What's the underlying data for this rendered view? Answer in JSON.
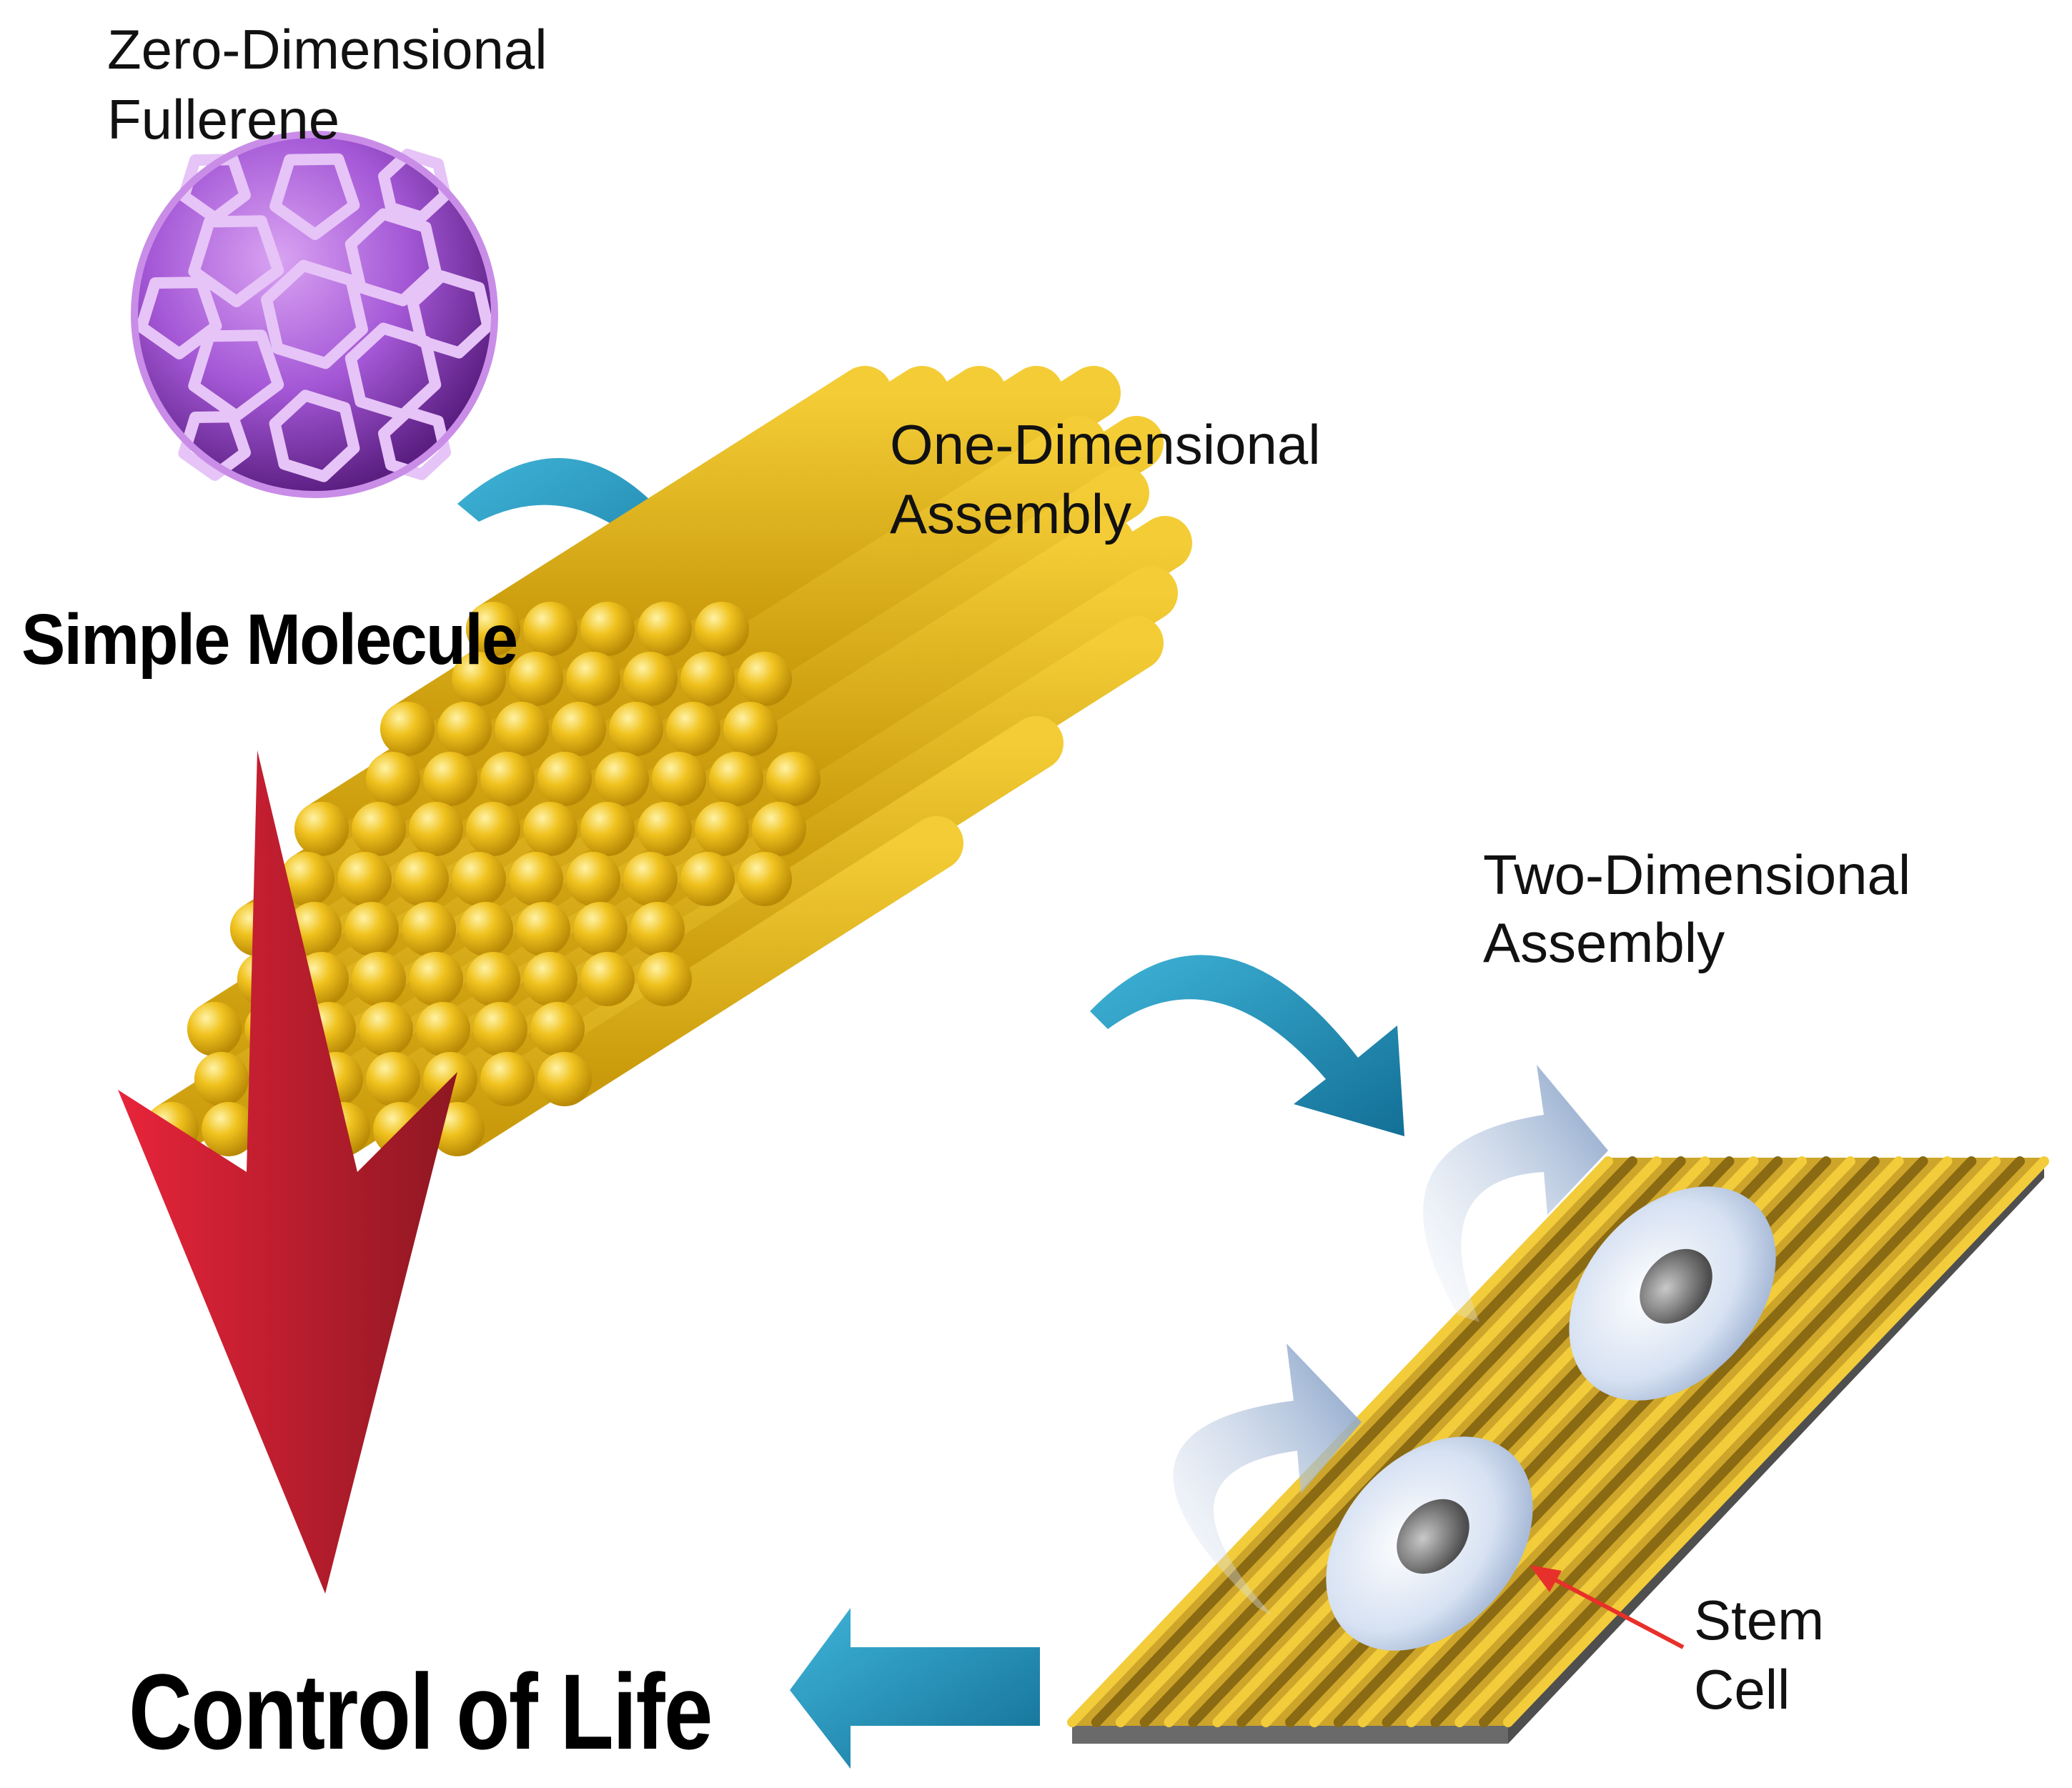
{
  "labels": {
    "zero_dim_line1": "Zero-Dimensional",
    "zero_dim_line2": "Fullerene",
    "one_dim_line1": "One-Dimensional",
    "one_dim_line2": "Assembly",
    "two_dim_line1": "Two-Dimensional",
    "two_dim_line2": "Assembly",
    "stem_line1": "Stem",
    "stem_line2": "Cell",
    "simple_molecule": "Simple Molecule",
    "control_of_life": "Control of Life"
  },
  "colors": {
    "fullerene": "#9b45c8",
    "fiber_gold": "#e8b71a",
    "arrow_blue": "#1e93b8",
    "arrow_red": "#c8182c",
    "cell": "#dde6f4",
    "text": "#111111"
  },
  "icons": [
    "fullerene-icon",
    "nanofiber-bundle-icon",
    "aligned-substrate-icon",
    "stem-cell-icon"
  ]
}
